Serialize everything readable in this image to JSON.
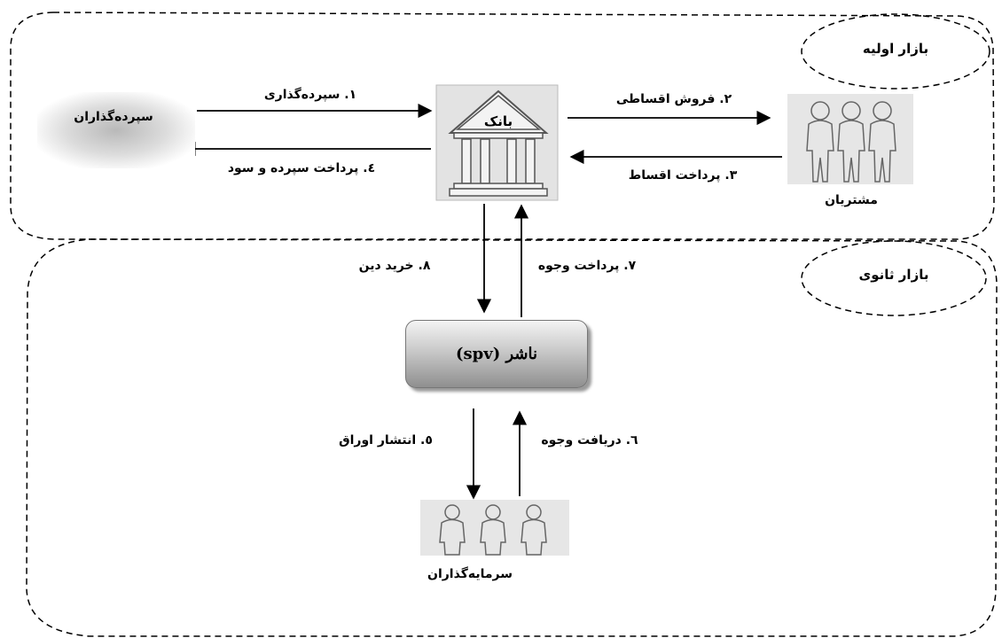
{
  "primary_market": {
    "title": "بازار اولیه"
  },
  "secondary_market": {
    "title": "بازار ثانوی"
  },
  "depositors": {
    "label": "سپرده‌گذاران"
  },
  "bank": {
    "label": "بانک"
  },
  "customers": {
    "label": "مشتریان"
  },
  "spv": {
    "label": "ناشر (spv)"
  },
  "investors": {
    "label": "سرمایه‌گذاران"
  },
  "arrows": {
    "a1": "۱. سپرده‌گذاری",
    "a2": "۲. فروش اقساطی",
    "a3": "۳. پرداخت اقساط",
    "a4": "٤. پرداخت سپرده و سود",
    "a5": "٥. انتشار اوراق",
    "a6": "٦. دریافت وجوه",
    "a7": "۷. پرداخت وجوه",
    "a8": "۸. خرید دین"
  },
  "colors": {
    "stroke": "#000000",
    "panel": "#d9d9d9",
    "spv_dark": "#8f8f8f",
    "spv_light": "#f4f4f4"
  }
}
